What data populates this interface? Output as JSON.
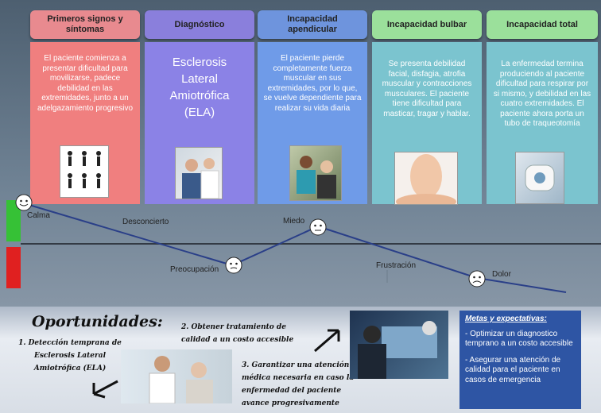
{
  "stages": [
    {
      "title": "Primeros signos y síntomas",
      "desc": "El paciente comienza a presentar dificultad para movilizarse, padece debilidad en las extremidades, junto a un adelgazamiento progresivo",
      "color": "#e88a8f",
      "card": "#f07f7f"
    },
    {
      "title": "Diagnóstico",
      "big": "Esclerosis Lateral Amiotrófica (ELA)",
      "color": "#8a7fdc",
      "card": "#8b82e6"
    },
    {
      "title": "Incapacidad apendicular",
      "desc": "El paciente pierde completamente fuerza muscular en sus extremidades, por lo que, se vuelve dependiente para realizar su vida diaria",
      "color": "#6e94dd",
      "card": "#6f9be8"
    },
    {
      "title": "Incapacidad bulbar",
      "desc": "Se presenta debilidad facial, disfagia, atrofia muscular y contracciones musculares. El paciente tiene dificultad para masticar, tragar y hablar.",
      "color": "#9be09b",
      "card": "#7bc4cf"
    },
    {
      "title": "Incapacidad total",
      "desc": "La enfermedad termina produciendo al paciente dificultad para respirar por si mismo, y debilidad en las cuatro extremidades. El paciente ahora porta un tubo de traqueotomía",
      "color": "#9be09b",
      "card": "#7bc4cf"
    }
  ],
  "emotions": {
    "calma": "Calma",
    "desconcierto": "Desconcierto",
    "preocupacion": "Preocupación",
    "miedo": "Miedo",
    "frustracion": "Frustración",
    "dolor": "Dolor"
  },
  "opportunities": {
    "title": "Oportunidades:",
    "item1": "1.  Detección temprana de Esclerosis Lateral Amiotrófica (ELA)",
    "item2": "2.   Obtener tratamiento de calidad a un costo accesible",
    "item3": "3. Garantizar una atención médica necesaria en caso la enfermedad del paciente avance progresivamente"
  },
  "metas": {
    "title": "Metas y expectativas:",
    "p1": "- Optimizar un diagnostico temprano a un costo accesible",
    "p2": "- Asegurar una atención de calidad para el paciente en casos de emergencia"
  }
}
